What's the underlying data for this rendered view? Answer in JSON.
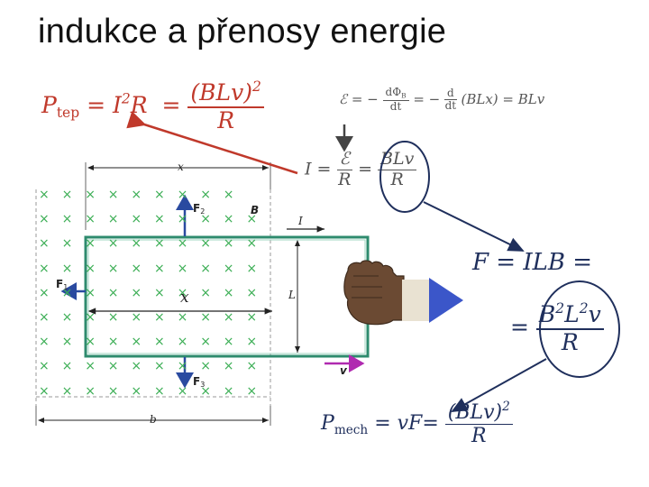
{
  "title": "indukce a přenosy energie",
  "p_tep": {
    "lhs": "P",
    "lhs_sub": "tep",
    "eq1": "= I",
    "sq": "2",
    "r": "R",
    "eq2": "=",
    "num": "(BLv)",
    "num_sq": "2",
    "den": "R"
  },
  "emf": {
    "lhs": "ℰ = −",
    "frac1_num": "dΦ",
    "frac1_num_sub": "B",
    "frac1_den": "dt",
    "eq": "= −",
    "frac2_num": "d",
    "frac2_den": "dt",
    "rhs": "(BLx) = BLv"
  },
  "current": {
    "lhs": "I =",
    "num": "ℰ",
    "den": "R",
    "eq": "=",
    "num2": "BLv",
    "den2": "R"
  },
  "force": {
    "line1": "F = ILB =",
    "eq": "=",
    "num": "B",
    "num_sq1": "2",
    "num_mid": "L",
    "num_sq2": "2",
    "num_end": "v",
    "den": "R"
  },
  "p_mech": {
    "lhs": "P",
    "lhs_sub": "mech",
    "eq": "= vF=",
    "num": "(BLv)",
    "num_sq": "2",
    "den": "R"
  },
  "diagram": {
    "x_label": "x",
    "x_inner": "x",
    "L_label": "L",
    "b_label": "b",
    "I_label": "I",
    "v_label": "v",
    "B_label": "B",
    "F1": "F",
    "F1_sub": "1",
    "F2": "F",
    "F2_sub": "2",
    "F3": "F",
    "F3_sub": "3"
  },
  "colors": {
    "red": "#c0392b",
    "navy": "#1f2f5c",
    "field_cross": "#3cae55",
    "loop": "#2e8b6e",
    "force_arrow": "#2a4aa0",
    "velocity_arrow": "#b02ab0",
    "hand": "#6b4a33",
    "hand_arrow": "#3b56c9"
  }
}
